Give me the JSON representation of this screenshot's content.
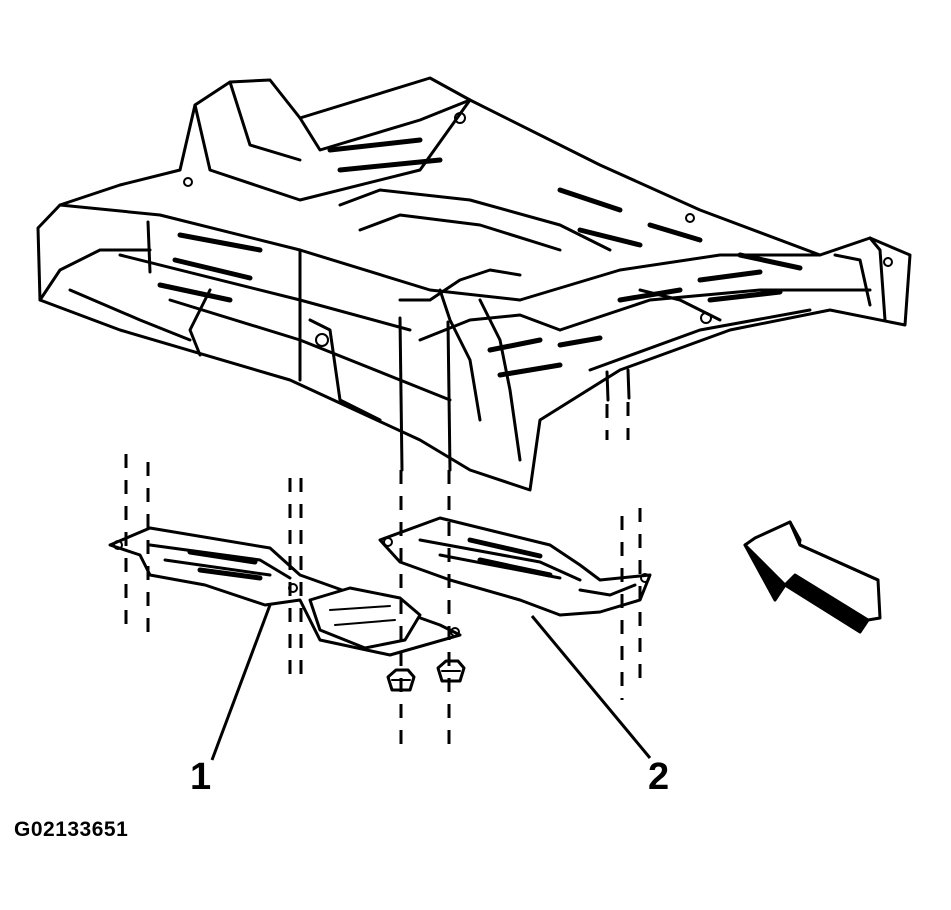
{
  "figure": {
    "code": "G02133651",
    "callouts": [
      {
        "label": "1"
      },
      {
        "label": "2"
      }
    ],
    "icons": {
      "direction_arrow": "front-direction-arrow-icon"
    },
    "colors": {
      "ink": "#000000",
      "paper": "#ffffff"
    }
  }
}
